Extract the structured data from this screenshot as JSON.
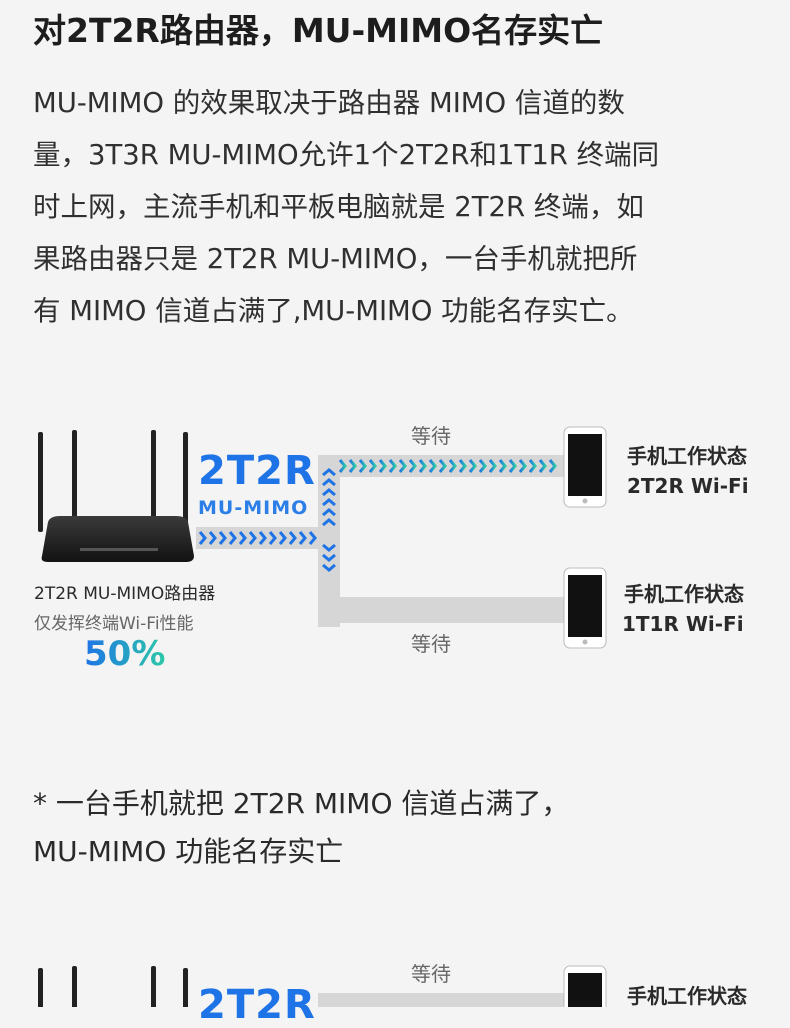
{
  "heading": "对2T2R路由器，MU-MIMO名存实亡",
  "paragraph": [
    "MU-MIMO  的效果取决于路由器  MIMO  信道的数",
    "量，3T3R MU-MIMO允许1个2T2R和1T1R 终端同",
    "时上网，主流手机和平板电脑就是 2T2R 终端，如",
    "果路由器只是 2T2R  MU-MIMO，一台手机就把所",
    "有 MIMO 信道占满了,MU-MIMO 功能名存实亡。"
  ],
  "diagram": {
    "wait_top": "等待",
    "wait_bottom": "等待",
    "badge_big": "2T2R",
    "badge_small": "MU-MIMO",
    "router_caption": "2T2R MU-MIMO路由器",
    "router_sub": "仅发挥终端Wi-Fi性能",
    "percent": "50%",
    "phone1": {
      "title": "手机工作状态",
      "mode": "2T2R  Wi-Fi"
    },
    "phone2": {
      "title": "手机工作状态",
      "mode": "1T1R  Wi-Fi"
    },
    "colors": {
      "blue": "#1e73e6",
      "teal": "#2cc8a8",
      "gray_path": "#d9d9d9"
    }
  },
  "note": [
    "* 一台手机就把 2T2R MIMO 信道占满了，",
    "MU-MIMO 功能名存实亡"
  ],
  "diagram2": {
    "wait_top": "等待",
    "badge_big": "2T2R",
    "phone1_title": "手机工作状态"
  }
}
